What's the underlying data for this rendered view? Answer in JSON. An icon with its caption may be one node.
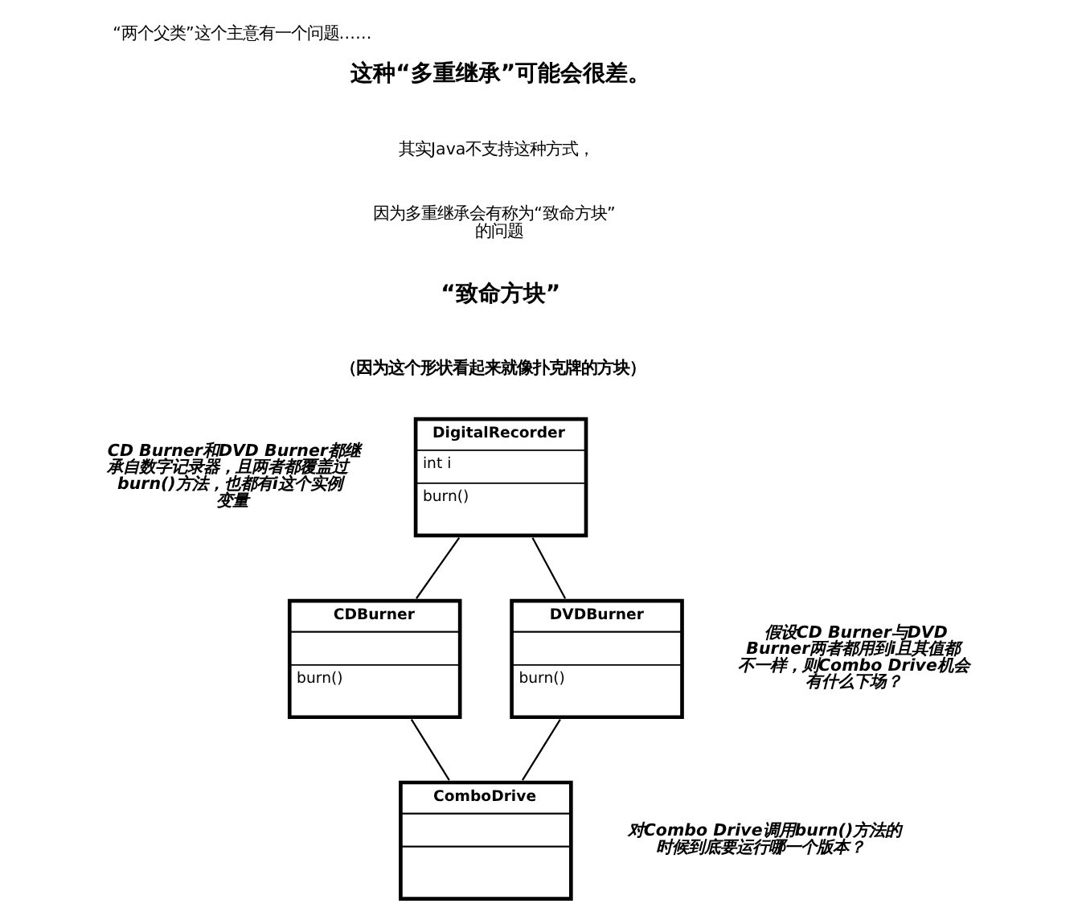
{
  "diagram": {
    "title": "“两个父类”这个主意有一个问题……",
    "nodes": [
      {
        "text": [
          "DigitalRecorder",
          "int i",
          "burn()"
        ]
      },
      {
        "text": [
          "CDBurner",
          "burn()"
        ]
      },
      {
        "text": [
          "DVDBurner",
          "burn()"
        ]
      },
      {
        "text": [
          "ComboDrive"
        ]
      }
    ],
    "edges": [
      {
        "from": 0,
        "to": 1,
        "arrow": "none"
      },
      {
        "from": 0,
        "to": 2,
        "arrow": "none"
      },
      {
        "from": 1,
        "to": 3,
        "arrow": "none"
      },
      {
        "from": 2,
        "to": 3,
        "arrow": "none"
      }
    ],
    "labels": [
      "这种“多重继承”可能会很差。",
      "其实Java不支持这种方式，",
      "因为多重继承会有称为“致命方块”的问题",
      "“致命方块”",
      "（因为这个形状看起来就像扑克牌的方块）",
      "CD Burner和DVD Burner都继承自数字记录器，且两者都覆盖过burn()方法，也都有i这个实例变量",
      "假设CD Burner与DVD Burner两者都用到i且其值都不一样，则Combo Drive机会有什么下场？",
      "对Combo Drive调用burn()方法的时候到底要运行哪一个版本？"
    ]
  }
}
